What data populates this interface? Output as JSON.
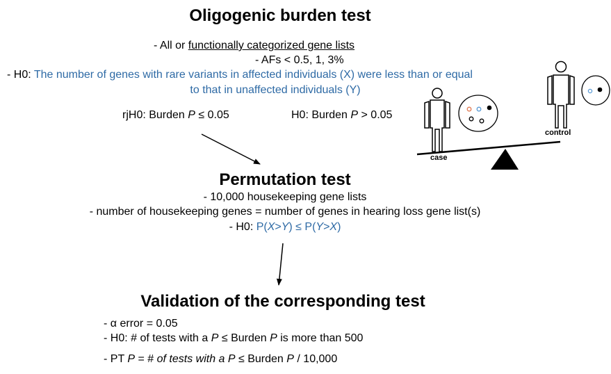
{
  "section1": {
    "title": "Oligogenic burden test",
    "line1_prefix": "-   All or ",
    "line1_underlined": "functionally categorized gene lists",
    "line2": "-   AFs < 0.5, 1, 3%",
    "h0_prefix": "-   H0: ",
    "h0_text_1": "The number of genes with rare variants in affected individuals (X) were less than or equal",
    "h0_text_2": "to that in unaffected individuals (Y)",
    "reject_prefix": "rjH0: Burden ",
    "reject_p": "P",
    "reject_suffix": " ≤ 0.05",
    "accept_prefix": "H0: Burden ",
    "accept_p": "P",
    "accept_suffix": " > 0.05"
  },
  "illustration": {
    "case_label": "case",
    "control_label": "control",
    "colors": {
      "dot_orange": "#e07b54",
      "dot_blue": "#5b9bd5",
      "dot_black": "#000000"
    }
  },
  "section2": {
    "title": "Permutation test",
    "line1": "- 10,000 housekeeping gene lists",
    "line2": "- number of housekeeping genes = number of genes in hearing loss gene list(s)",
    "h0_prefix": "- H0: ",
    "h0_p1": "P(",
    "h0_x1": "X",
    "h0_gt1": ">",
    "h0_y1": "Y",
    "h0_mid": ") ≤ P(",
    "h0_y2": "Y",
    "h0_gt2": ">",
    "h0_x2": "X",
    "h0_end": ")"
  },
  "section3": {
    "title": "Validation of the corresponding test",
    "line1": "- α error = 0.05",
    "line2_a": "- H0: # of tests with a ",
    "line2_p1": "P",
    "line2_b": " ≤  Burden ",
    "line2_p2": "P",
    "line2_c": " is more than 500",
    "line3_a": "- PT ",
    "line3_p1": "P",
    "line3_b": " = # ",
    "line3_i": "of tests with a ",
    "line3_p2": "P",
    "line3_c": " ≤  Burden ",
    "line3_p3": "P",
    "line3_d": " / 10,000"
  },
  "colors": {
    "accent_blue": "#2e6aa5",
    "text": "#000000",
    "background": "#ffffff"
  }
}
